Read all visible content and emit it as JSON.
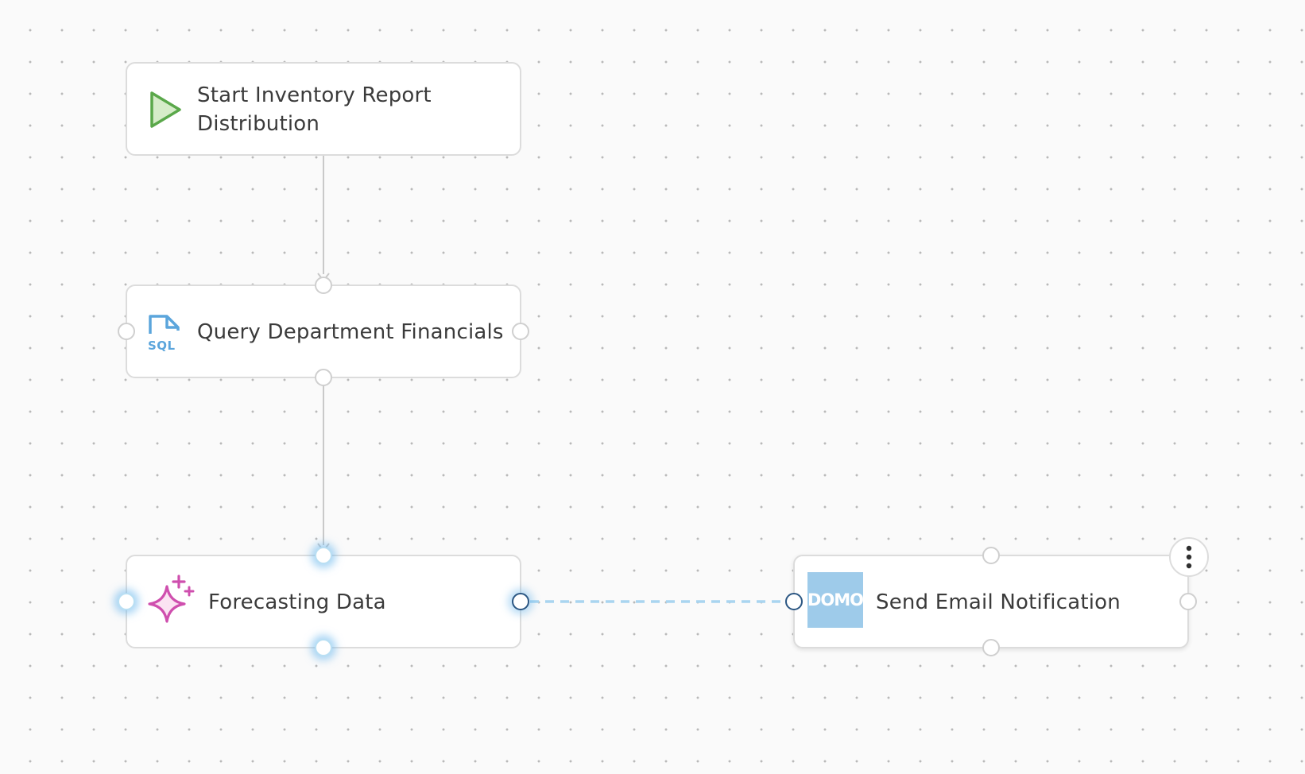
{
  "workflow": {
    "nodes": [
      {
        "title": "Start Inventory Report Distribution",
        "icon": "play-icon"
      },
      {
        "title": "Query Department Financials",
        "icon": "sql-file-icon"
      },
      {
        "title": "Forecasting Data",
        "icon": "sparkle-icon"
      },
      {
        "title": "Send Email Notification",
        "icon": "domo-logo-icon",
        "logo_text": "DOMO"
      }
    ],
    "connections": [
      {
        "from": "Start Inventory Report Distribution",
        "to": "Query Department Financials",
        "style": "solid"
      },
      {
        "from": "Query Department Financials",
        "to": "Forecasting Data",
        "style": "solid"
      },
      {
        "from": "Forecasting Data",
        "to": "Send Email Notification",
        "style": "dashed"
      }
    ],
    "colors": {
      "canvas_background": "#fafafa",
      "grid_dot": "#b9b9b9",
      "node_border": "#dcdcdc",
      "play_icon": "#5aa84a",
      "sql_icon": "#5ba5dc",
      "sparkle_icon": "#cf4fae",
      "domo_logo_bg": "#9ecbea",
      "connector": "#cccccc",
      "pending_connector": "#a9d5f0",
      "port_glow": "#66b4ec",
      "port_active_border": "#2c5783"
    }
  }
}
